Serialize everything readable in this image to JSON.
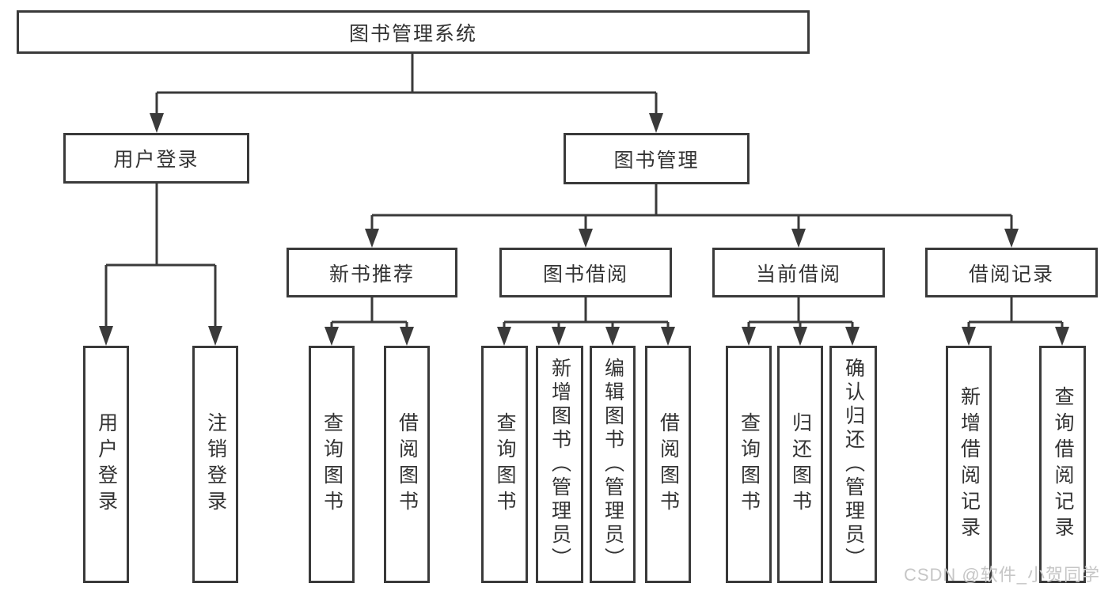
{
  "nodes": {
    "root": {
      "label": "图书管理系统"
    },
    "user_login": {
      "label": "用户登录"
    },
    "book_mgmt": {
      "label": "图书管理"
    },
    "new_book": {
      "label": "新书推荐"
    },
    "book_borrow": {
      "label": "图书借阅"
    },
    "current_borrow": {
      "label": "当前借阅"
    },
    "borrow_records": {
      "label": "借阅记录"
    },
    "leaf_user_login": {
      "label": "用户登录"
    },
    "leaf_logout": {
      "label": "注销登录"
    },
    "leaf_query_book_1": {
      "label": "查询图书"
    },
    "leaf_borrow_book_1": {
      "label": "借阅图书"
    },
    "leaf_query_book_2": {
      "label": "查询图书"
    },
    "leaf_add_book": {
      "label": "新增图书（管理员）"
    },
    "leaf_edit_book": {
      "label": "编辑图书（管理员）"
    },
    "leaf_borrow_book_2": {
      "label": "借阅图书"
    },
    "leaf_query_book_3": {
      "label": "查询图书"
    },
    "leaf_return_book": {
      "label": "归还图书"
    },
    "leaf_confirm_return": {
      "label": "确认归还（管理员）"
    },
    "leaf_add_record": {
      "label": "新增借阅记录"
    },
    "leaf_query_record": {
      "label": "查询借阅记录"
    }
  },
  "hierarchy": {
    "图书管理系统": [
      "用户登录",
      "图书管理"
    ],
    "用户登录": [
      "用户登录",
      "注销登录"
    ],
    "图书管理": [
      "新书推荐",
      "图书借阅",
      "当前借阅",
      "借阅记录"
    ],
    "新书推荐": [
      "查询图书",
      "借阅图书"
    ],
    "图书借阅": [
      "查询图书",
      "新增图书（管理员）",
      "编辑图书（管理员）",
      "借阅图书"
    ],
    "当前借阅": [
      "查询图书",
      "归还图书",
      "确认归还（管理员）"
    ],
    "借阅记录": [
      "新增借阅记录",
      "查询借阅记录"
    ]
  },
  "watermark": {
    "text": "CSDN @软件_小贺同学",
    "color": "#c6c6c6"
  },
  "colors": {
    "line": "#3a3a3a",
    "text": "#333333",
    "background": "#ffffff"
  }
}
